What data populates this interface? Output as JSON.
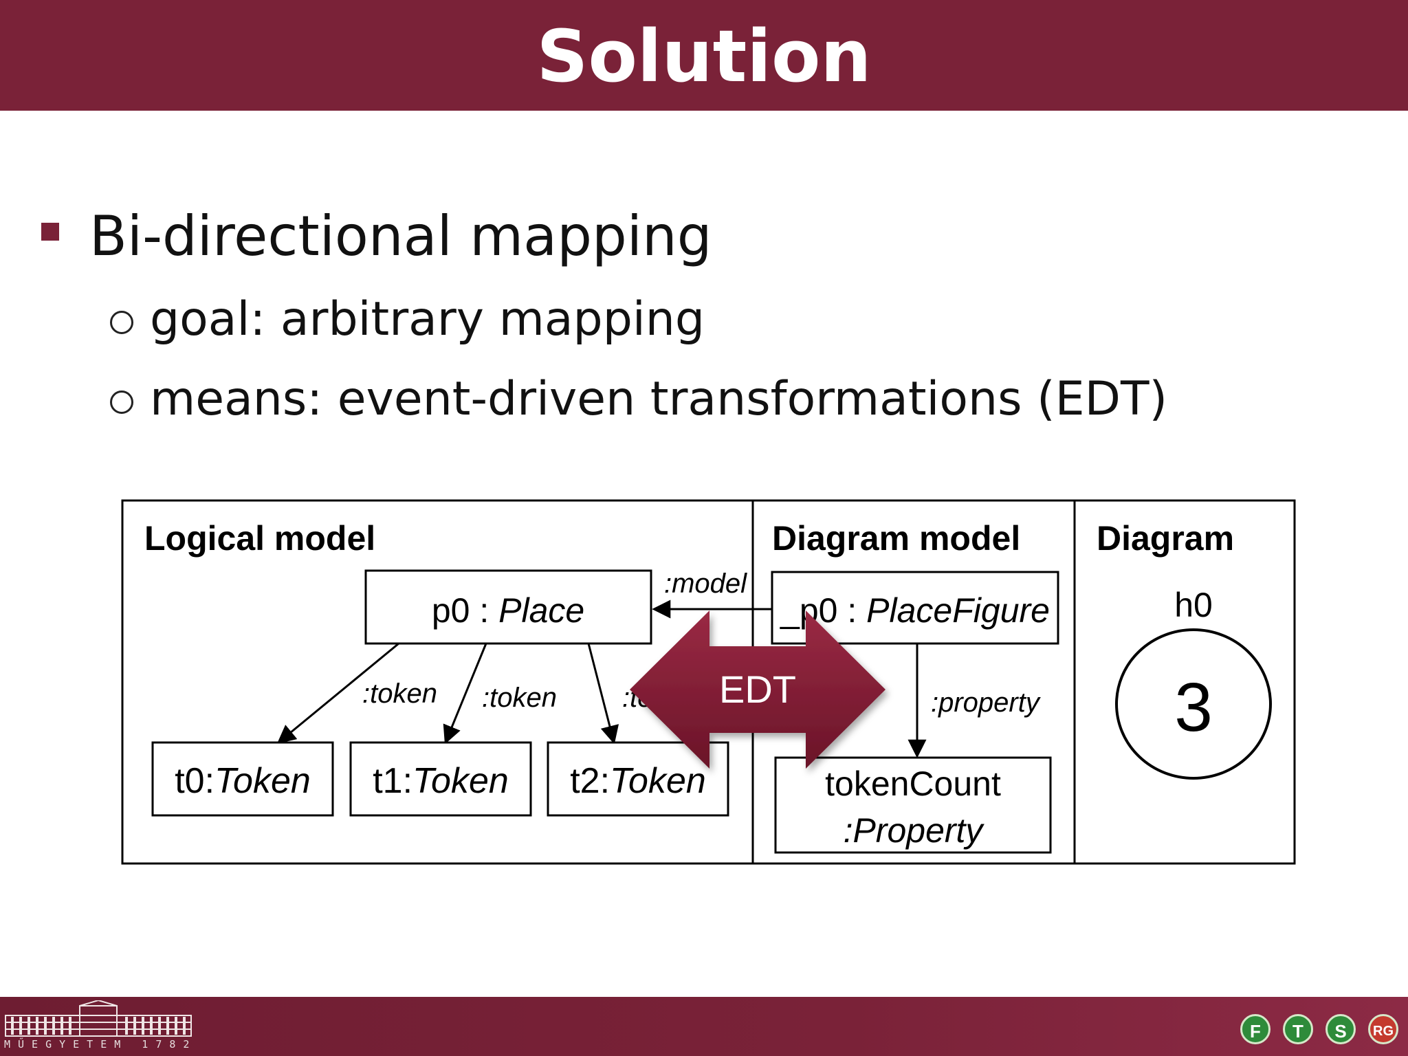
{
  "slide": {
    "title": "Solution",
    "bullet": "Bi-directional mapping",
    "sub1": "goal: arbitrary mapping",
    "sub2": "means: event-driven transformations (EDT)"
  },
  "diagram": {
    "panels": [
      "Logical model",
      "Diagram model",
      "Diagram"
    ],
    "place": {
      "name": "p0 : ",
      "type": "Place"
    },
    "tokens": [
      {
        "name": "t0:",
        "type": "Token"
      },
      {
        "name": "t1:",
        "type": "Token"
      },
      {
        "name": "t2:",
        "type": "Token"
      }
    ],
    "edges": {
      "token": ":token",
      "token_partial": ":to",
      "model": ":model",
      "property": ":property"
    },
    "place_figure": {
      "name": "_p0 : ",
      "type": "PlaceFigure"
    },
    "property": {
      "name": "tokenCount",
      "type": ":Property"
    },
    "edt_label": "EDT",
    "visual": {
      "label": "h0",
      "value": "3"
    }
  },
  "footer": {
    "caption": "MŰEGYETEM 1782",
    "logos": [
      "F",
      "T",
      "S",
      "RG"
    ]
  },
  "colors": {
    "accent": "#7a2238",
    "arrow": "#8a1f36"
  }
}
